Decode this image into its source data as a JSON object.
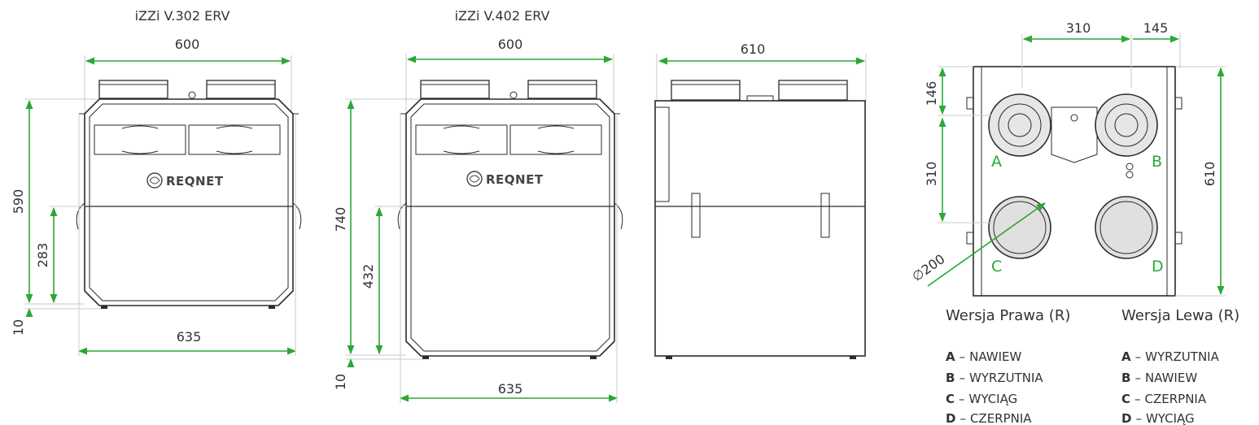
{
  "colors": {
    "dimension": "#2aa836",
    "outline": "#2b2b2b",
    "guide": "#c8c8c8",
    "port_label": "#2aa836",
    "text": "#333333"
  },
  "views": {
    "v302": {
      "title": "iZZi V.302 ERV",
      "dims": {
        "width_top": "600",
        "height_total": "590",
        "height_lower": "283",
        "feet": "10",
        "width_bottom": "635"
      },
      "logo": "REQNET"
    },
    "v402": {
      "title": "iZZi V.402 ERV",
      "dims": {
        "width_top": "600",
        "height_total": "740",
        "height_lower": "432",
        "feet": "10",
        "width_bottom": "635"
      },
      "logo": "REQNET"
    },
    "side": {
      "dims": {
        "depth": "610"
      }
    },
    "top": {
      "dims": {
        "spacing_h": "310",
        "offset_h": "145",
        "offset_v": "146",
        "spacing_v": "310",
        "depth": "610",
        "diameter": "∅200"
      },
      "ports": [
        "A",
        "B",
        "C",
        "D"
      ]
    }
  },
  "legend": {
    "right": {
      "heading": "Wersja Prawa (R)",
      "items": [
        {
          "key": "A",
          "sep": "–",
          "name": "NAWIEW"
        },
        {
          "key": "B",
          "sep": "–",
          "name": "WYRZUTNIA"
        },
        {
          "key": "C",
          "sep": "–",
          "name": "WYCIĄG"
        },
        {
          "key": "D",
          "sep": "–",
          "name": "CZERPNIA"
        }
      ]
    },
    "left": {
      "heading": "Wersja Lewa (R)",
      "items": [
        {
          "key": "A",
          "sep": "–",
          "name": "WYRZUTNIA"
        },
        {
          "key": "B",
          "sep": "–",
          "name": "NAWIEW"
        },
        {
          "key": "C",
          "sep": "–",
          "name": "CZERPNIA"
        },
        {
          "key": "D",
          "sep": "–",
          "name": "WYCIĄG"
        }
      ]
    }
  }
}
